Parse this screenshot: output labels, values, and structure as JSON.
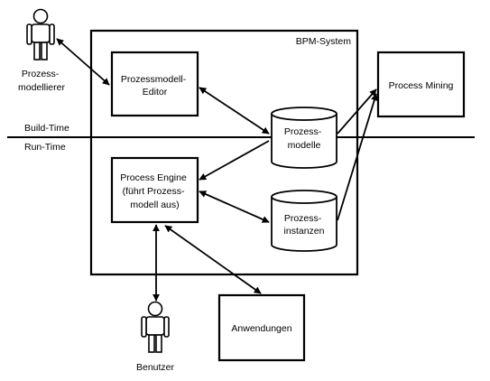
{
  "system": {
    "title": "BPM-System"
  },
  "phases": {
    "build_time": "Build-Time",
    "run_time": "Run-Time"
  },
  "components": {
    "modeling_editor": [
      "Prozessmodell-",
      "Editor"
    ],
    "process_engine": [
      "Process Engine",
      "(führt Prozess-",
      "modell aus)"
    ],
    "process_mining": "Process Mining",
    "applications": "Anwendungen"
  },
  "stores": {
    "process_models": [
      "Prozess-",
      "modelle"
    ],
    "process_instances": [
      "Prozess-",
      "instanzen"
    ]
  },
  "actors": {
    "modeler": [
      "Prozess-",
      "modellierer"
    ],
    "user": "Benutzer"
  },
  "connections": [
    {
      "from": "modeler",
      "to": "modeling_editor",
      "bidirectional": true
    },
    {
      "from": "modeling_editor",
      "to": "process_models",
      "bidirectional": true
    },
    {
      "from": "process_models",
      "to": "process_engine",
      "bidirectional": false
    },
    {
      "from": "process_instances",
      "to": "process_engine",
      "bidirectional": true
    },
    {
      "from": "process_models",
      "to": "process_mining",
      "bidirectional": false
    },
    {
      "from": "process_instances",
      "to": "process_mining",
      "bidirectional": false
    },
    {
      "from": "user",
      "to": "process_engine",
      "bidirectional": true
    },
    {
      "from": "process_engine",
      "to": "applications",
      "bidirectional": true
    }
  ]
}
